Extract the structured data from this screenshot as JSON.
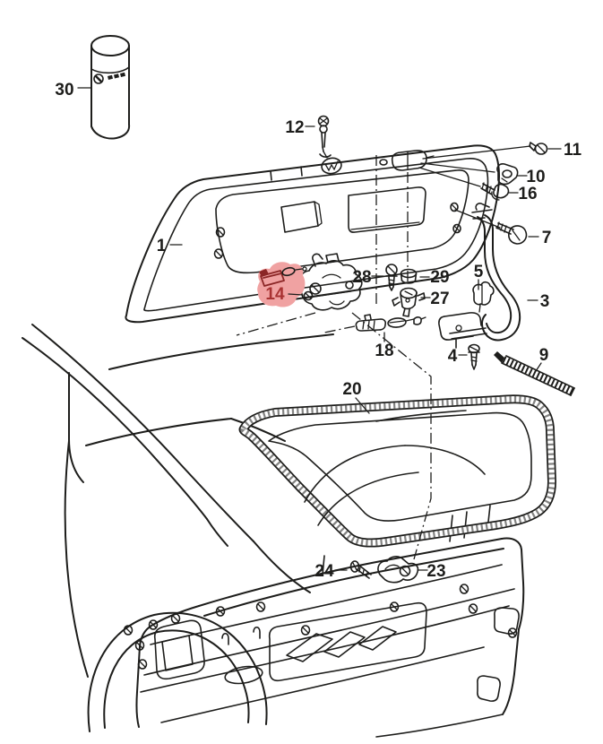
{
  "diagram": {
    "colors": {
      "background": "#ffffff",
      "line": "#1d1d1b",
      "highlight_fill": "#f0a2a2",
      "highlight_stroke": "#8b2626",
      "highlight_label": "#a83232"
    },
    "labels": [
      {
        "text": "30"
      },
      {
        "text": "12"
      },
      {
        "text": "11"
      },
      {
        "text": "10"
      },
      {
        "text": "16"
      },
      {
        "text": "7"
      },
      {
        "text": "1"
      },
      {
        "text": "28"
      },
      {
        "text": "29"
      },
      {
        "text": "27"
      },
      {
        "text": "5"
      },
      {
        "text": "3"
      },
      {
        "text": "14",
        "highlighted": true
      },
      {
        "text": "18"
      },
      {
        "text": "4"
      },
      {
        "text": "9"
      },
      {
        "text": "20"
      },
      {
        "text": "24"
      },
      {
        "text": "23"
      }
    ]
  }
}
